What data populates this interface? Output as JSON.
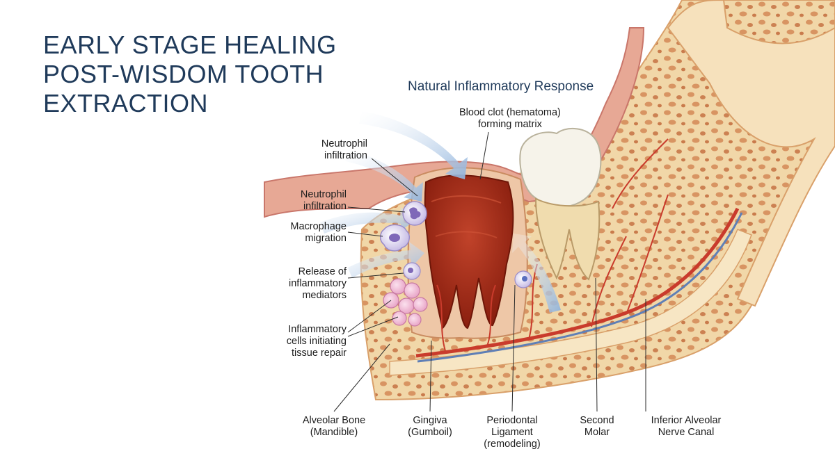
{
  "title": {
    "lines": [
      "EARLY STAGE HEALING",
      "POST-WISDOM TOOTH",
      "EXTRACTION"
    ]
  },
  "subtitle": "Natural Inflammatory Response",
  "labels": {
    "blood_clot": [
      "Blood clot (hematoma)",
      "forming matrix"
    ],
    "neutrophil_top": [
      "Neutrophil",
      "infiltration"
    ],
    "neutrophil_mid": [
      "Neutrophil",
      "infiltration"
    ],
    "macrophage": [
      "Macrophage",
      "migration"
    ],
    "mediators": [
      "Release of",
      "inflammatory",
      "mediators"
    ],
    "cells_repair": [
      "Inflammatory",
      "cells initiating",
      "tissue repair"
    ],
    "alveolar_bone": [
      "Alveolar Bone",
      "(Mandible)"
    ],
    "gingiva": [
      "Gingiva",
      "(Gumboil)"
    ],
    "periodontal": [
      "Periodontal",
      "Ligament",
      "(remodeling)"
    ],
    "second_molar": [
      "Second",
      "Molar"
    ],
    "nerve_canal": [
      "Inferior Alveolar",
      "Nerve Canal"
    ]
  },
  "colors": {
    "title": "#1f3a5a",
    "bone": "#f1d7a8",
    "bone_pore": "#d08a5a",
    "gum": "#e6a390",
    "clot": "#a52a14",
    "tooth": "#f6f2e6",
    "artery": "#c93b2c",
    "vein": "#5f7fb6",
    "arrow": "#a8c4e2",
    "cell": "#b9a9d8"
  },
  "icons": [
    "neutrophil-cell-icon",
    "macrophage-cell-icon",
    "inflammatory-cell-cluster-icon",
    "blood-flow-arrow-icon"
  ]
}
